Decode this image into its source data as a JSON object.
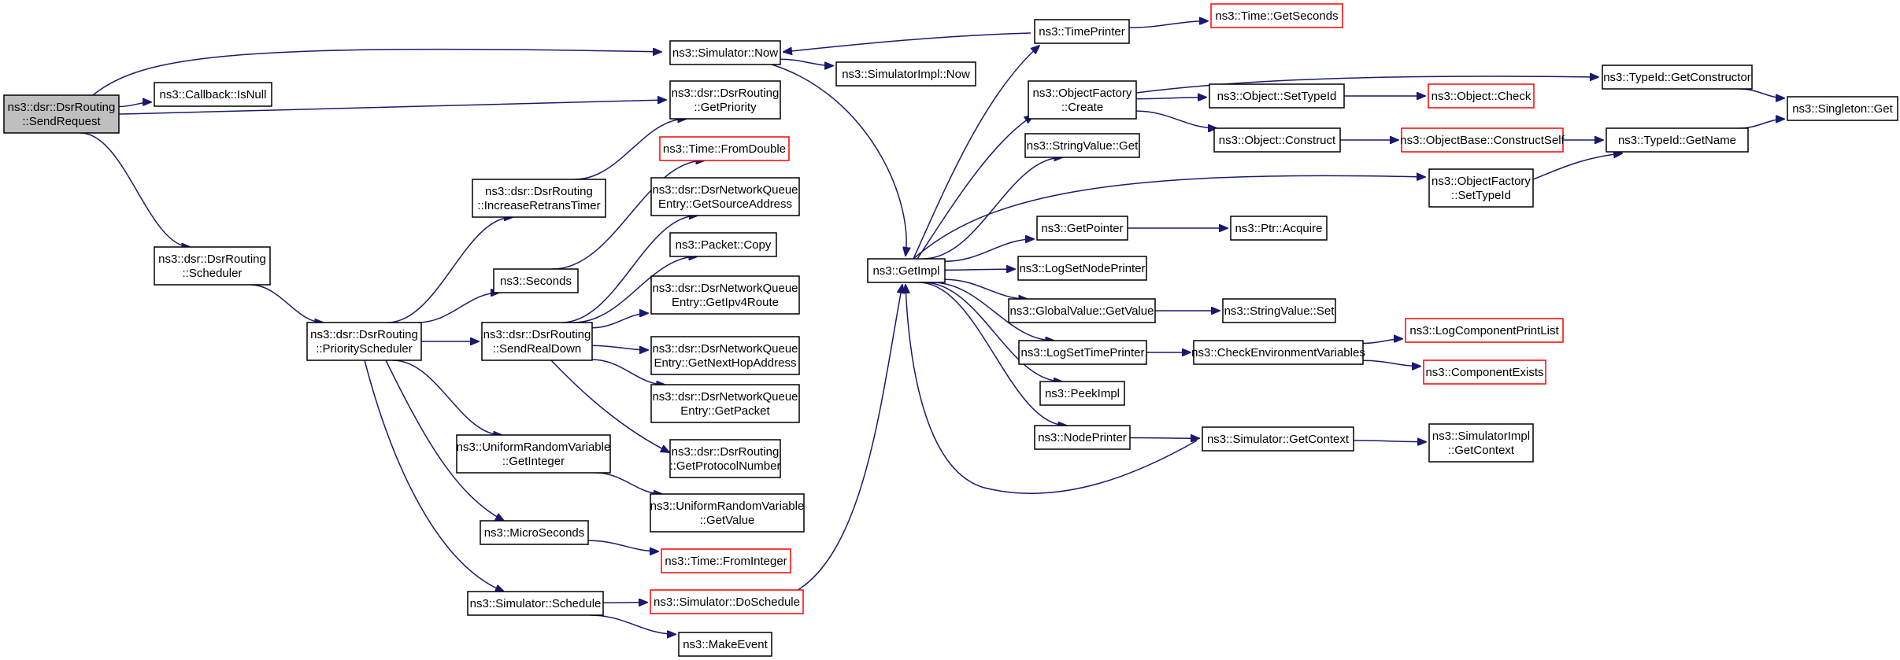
{
  "colors": {
    "edge": "#191970",
    "node_border": "#000000",
    "node_border_external": "#ff0000",
    "node_fill": "#ffffff",
    "root_fill": "#bfbfbf"
  },
  "nodes": [
    {
      "id": "root",
      "lines": [
        "ns3::dsr::DsrRouting",
        "::SendRequest"
      ],
      "root": true
    },
    {
      "id": "isnull",
      "lines": [
        "ns3::Callback::IsNull"
      ]
    },
    {
      "id": "scheduler",
      "lines": [
        "ns3::dsr::DsrRouting",
        "::Scheduler"
      ]
    },
    {
      "id": "prio",
      "lines": [
        "ns3::dsr::DsrRouting",
        "::PriorityScheduler"
      ]
    },
    {
      "id": "incretrans",
      "lines": [
        "ns3::dsr::DsrRouting",
        "::IncreaseRetransTimer"
      ]
    },
    {
      "id": "seconds",
      "lines": [
        "ns3::Seconds"
      ]
    },
    {
      "id": "sendrealdown",
      "lines": [
        "ns3::dsr::DsrRouting",
        "::SendRealDown"
      ]
    },
    {
      "id": "urvgetint",
      "lines": [
        "ns3::UniformRandomVariable",
        "::GetInteger"
      ]
    },
    {
      "id": "microseconds",
      "lines": [
        "ns3::MicroSeconds"
      ]
    },
    {
      "id": "simschedule",
      "lines": [
        "ns3::Simulator::Schedule"
      ]
    },
    {
      "id": "simnow",
      "lines": [
        "ns3::Simulator::Now"
      ]
    },
    {
      "id": "getpriority",
      "lines": [
        "ns3::dsr::DsrRouting",
        "::GetPriority"
      ]
    },
    {
      "id": "fromdouble",
      "lines": [
        "ns3::Time::FromDouble"
      ],
      "external": true
    },
    {
      "id": "getsrcaddr",
      "lines": [
        "ns3::dsr::DsrNetworkQueue",
        "Entry::GetSourceAddress"
      ]
    },
    {
      "id": "packetcopy",
      "lines": [
        "ns3::Packet::Copy"
      ]
    },
    {
      "id": "getipv4route",
      "lines": [
        "ns3::dsr::DsrNetworkQueue",
        "Entry::GetIpv4Route"
      ]
    },
    {
      "id": "getnexthop",
      "lines": [
        "ns3::dsr::DsrNetworkQueue",
        "Entry::GetNextHopAddress"
      ]
    },
    {
      "id": "getpacket",
      "lines": [
        "ns3::dsr::DsrNetworkQueue",
        "Entry::GetPacket"
      ]
    },
    {
      "id": "getprotonum",
      "lines": [
        "ns3::dsr::DsrRouting",
        "::GetProtocolNumber"
      ]
    },
    {
      "id": "urvgetvalue",
      "lines": [
        "ns3::UniformRandomVariable",
        "::GetValue"
      ]
    },
    {
      "id": "frominteger",
      "lines": [
        "ns3::Time::FromInteger"
      ],
      "external": true
    },
    {
      "id": "doschedule",
      "lines": [
        "ns3::Simulator::DoSchedule"
      ],
      "external": true
    },
    {
      "id": "makeevent",
      "lines": [
        "ns3::MakeEvent"
      ]
    },
    {
      "id": "simimplnow",
      "lines": [
        "ns3::SimulatorImpl::Now"
      ]
    },
    {
      "id": "getimpl",
      "lines": [
        "ns3::GetImpl"
      ]
    },
    {
      "id": "timeprinter",
      "lines": [
        "ns3::TimePrinter"
      ]
    },
    {
      "id": "getseconds",
      "lines": [
        "ns3::Time::GetSeconds"
      ],
      "external": true
    },
    {
      "id": "ofcreate",
      "lines": [
        "ns3::ObjectFactory",
        "::Create"
      ]
    },
    {
      "id": "stringvalueget",
      "lines": [
        "ns3::StringValue::Get"
      ]
    },
    {
      "id": "getpointer",
      "lines": [
        "ns3::GetPointer"
      ]
    },
    {
      "id": "logsetnodeprinter",
      "lines": [
        "ns3::LogSetNodePrinter"
      ]
    },
    {
      "id": "gvgetvalue",
      "lines": [
        "ns3::GlobalValue::GetValue"
      ]
    },
    {
      "id": "logsettimeprinter",
      "lines": [
        "ns3::LogSetTimePrinter"
      ]
    },
    {
      "id": "peekimpl",
      "lines": [
        "ns3::PeekImpl"
      ]
    },
    {
      "id": "nodeprinter",
      "lines": [
        "ns3::NodePrinter"
      ]
    },
    {
      "id": "objsettypeid",
      "lines": [
        "ns3::Object::SetTypeId"
      ]
    },
    {
      "id": "objconstruct",
      "lines": [
        "ns3::Object::Construct"
      ]
    },
    {
      "id": "ofsettypeid",
      "lines": [
        "ns3::ObjectFactory",
        "::SetTypeId"
      ]
    },
    {
      "id": "ptracquire",
      "lines": [
        "ns3::Ptr::Acquire"
      ]
    },
    {
      "id": "stringvalueset",
      "lines": [
        "ns3::StringValue::Set"
      ]
    },
    {
      "id": "checkenv",
      "lines": [
        "ns3::CheckEnvironmentVariables"
      ]
    },
    {
      "id": "simgetcontext",
      "lines": [
        "ns3::Simulator::GetContext"
      ]
    },
    {
      "id": "objcheck",
      "lines": [
        "ns3::Object::Check"
      ],
      "external": true
    },
    {
      "id": "constructself",
      "lines": [
        "ns3::ObjectBase::ConstructSelf"
      ],
      "external": true
    },
    {
      "id": "logcompprint",
      "lines": [
        "ns3::LogComponentPrintList"
      ],
      "external": true
    },
    {
      "id": "compexists",
      "lines": [
        "ns3::ComponentExists"
      ],
      "external": true
    },
    {
      "id": "simimplgetcontext",
      "lines": [
        "ns3::SimulatorImpl",
        "::GetContext"
      ]
    },
    {
      "id": "typeidgetctor",
      "lines": [
        "ns3::TypeId::GetConstructor"
      ]
    },
    {
      "id": "typeidgetname",
      "lines": [
        "ns3::TypeId::GetName"
      ]
    },
    {
      "id": "singletonget",
      "lines": [
        "ns3::Singleton::Get"
      ]
    }
  ],
  "edges": [
    [
      "root",
      "isnull"
    ],
    [
      "root",
      "getpriority"
    ],
    [
      "root",
      "simnow"
    ],
    [
      "root",
      "scheduler"
    ],
    [
      "scheduler",
      "prio"
    ],
    [
      "prio",
      "incretrans"
    ],
    [
      "prio",
      "seconds"
    ],
    [
      "prio",
      "sendrealdown"
    ],
    [
      "prio",
      "urvgetint"
    ],
    [
      "prio",
      "microseconds"
    ],
    [
      "prio",
      "simschedule"
    ],
    [
      "incretrans",
      "getpriority"
    ],
    [
      "seconds",
      "fromdouble"
    ],
    [
      "sendrealdown",
      "getsrcaddr"
    ],
    [
      "sendrealdown",
      "packetcopy"
    ],
    [
      "sendrealdown",
      "getipv4route"
    ],
    [
      "sendrealdown",
      "getnexthop"
    ],
    [
      "sendrealdown",
      "getpacket"
    ],
    [
      "sendrealdown",
      "getprotonum"
    ],
    [
      "urvgetint",
      "urvgetvalue"
    ],
    [
      "microseconds",
      "frominteger"
    ],
    [
      "simschedule",
      "doschedule"
    ],
    [
      "simschedule",
      "makeevent"
    ],
    [
      "simnow",
      "simimplnow"
    ],
    [
      "simnow",
      "getimpl"
    ],
    [
      "doschedule",
      "getimpl"
    ],
    [
      "getimpl",
      "timeprinter"
    ],
    [
      "getimpl",
      "ofcreate"
    ],
    [
      "getimpl",
      "stringvalueget"
    ],
    [
      "getimpl",
      "ofsettypeid"
    ],
    [
      "getimpl",
      "getpointer"
    ],
    [
      "getimpl",
      "logsetnodeprinter"
    ],
    [
      "getimpl",
      "gvgetvalue"
    ],
    [
      "getimpl",
      "logsettimeprinter"
    ],
    [
      "getimpl",
      "peekimpl"
    ],
    [
      "getimpl",
      "nodeprinter"
    ],
    [
      "simgetcontext",
      "getimpl"
    ],
    [
      "timeprinter",
      "simnow"
    ],
    [
      "timeprinter",
      "getseconds"
    ],
    [
      "ofcreate",
      "typeidgetctor"
    ],
    [
      "ofcreate",
      "objsettypeid"
    ],
    [
      "ofcreate",
      "objconstruct"
    ],
    [
      "objsettypeid",
      "objcheck"
    ],
    [
      "objconstruct",
      "constructself"
    ],
    [
      "constructself",
      "typeidgetname"
    ],
    [
      "ofsettypeid",
      "typeidgetname"
    ],
    [
      "typeidgetctor",
      "singletonget"
    ],
    [
      "typeidgetname",
      "singletonget"
    ],
    [
      "getpointer",
      "ptracquire"
    ],
    [
      "gvgetvalue",
      "stringvalueset"
    ],
    [
      "logsettimeprinter",
      "checkenv"
    ],
    [
      "checkenv",
      "logcompprint"
    ],
    [
      "checkenv",
      "compexists"
    ],
    [
      "nodeprinter",
      "simgetcontext"
    ],
    [
      "simgetcontext",
      "simimplgetcontext"
    ]
  ]
}
